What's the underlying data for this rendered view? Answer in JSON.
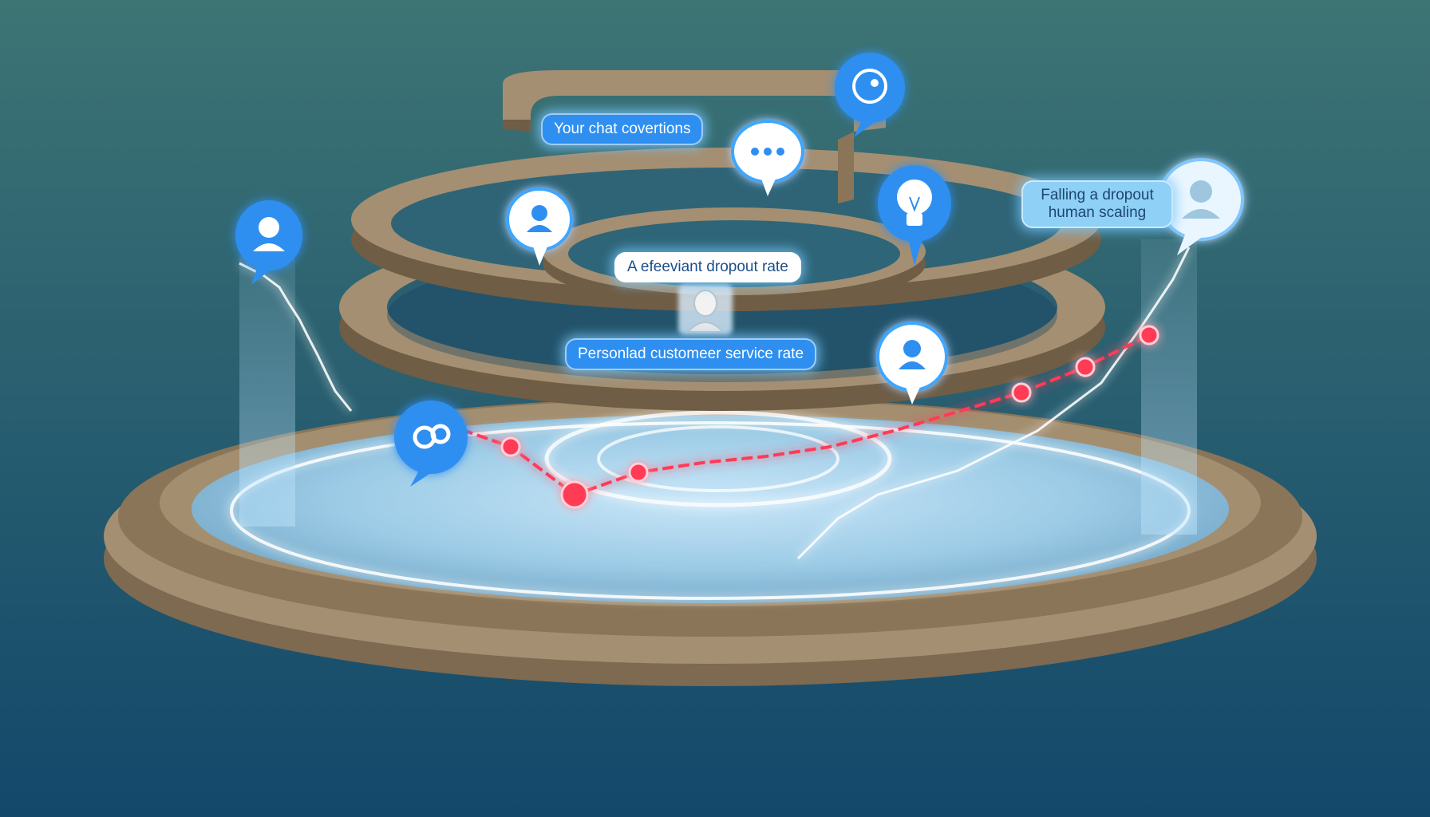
{
  "labels": {
    "chat_conversations": "Your chat covertions",
    "dropout_rate": "A efeeviant dropout rate",
    "service_rate": "Personlad customeer service rate",
    "falling_line1": "Falling a dropout",
    "falling_line2": "human scaling"
  },
  "icons": [
    "chat-bubble-icon",
    "ellipsis-bubble-icon",
    "user-icon",
    "lightbulb-icon",
    "user-badge-icon",
    "gears-icon",
    "headset-agent-icon"
  ],
  "chart_data": {
    "type": "line",
    "series": [
      {
        "values": [
          0.62,
          0.55,
          0.4,
          0.47,
          0.5,
          0.52,
          0.55,
          0.6,
          0.66,
          0.72,
          0.8,
          0.9
        ]
      }
    ],
    "markers": [
      1,
      2,
      3,
      9,
      10,
      11
    ]
  },
  "colors": {
    "background_top": "#3d7474",
    "background_bottom": "#13486b",
    "ring": "#a48f72",
    "accent_blue": "#2e8ff0",
    "trend_red": "#ff3b57"
  }
}
